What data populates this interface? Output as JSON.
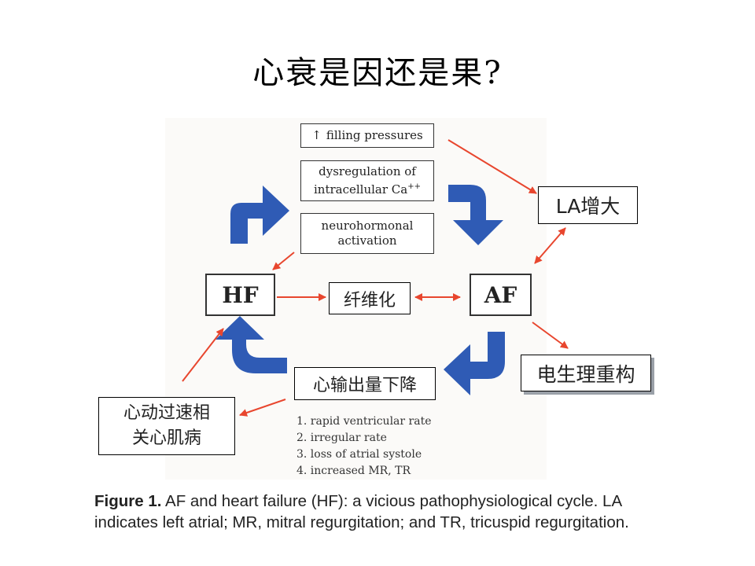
{
  "title": "心衰是因还是果?",
  "boxes": {
    "filling": "filling pressures",
    "filling_arrow": "↑",
    "dysregulation_line1": "dysregulation of",
    "dysregulation_line2": "intracellular Ca",
    "dysregulation_sup": "++",
    "neuro_line1": "neurohormonal",
    "neuro_line2": "activation",
    "hf": "HF",
    "af": "AF",
    "fibrosis": "纤维化",
    "la": "LA增大",
    "remodel": "电生理重构",
    "output": "心输出量下降",
    "tachy_line1": "心动过速相",
    "tachy_line2": "关心肌病"
  },
  "list": [
    "1. rapid ventricular rate",
    "2. irregular rate",
    "3. loss of atrial systole",
    "4. increased MR, TR"
  ],
  "caption": {
    "label": "Figure 1.",
    "text": "AF and heart failure (HF): a vicious pathophysiological cycle. LA indicates left atrial; MR, mitral regurgitation; and TR, tricuspid regurgitation."
  },
  "colors": {
    "blue_arrow": "#2f5bb5",
    "red_arrow": "#e8462e",
    "box_border": "#333333"
  }
}
